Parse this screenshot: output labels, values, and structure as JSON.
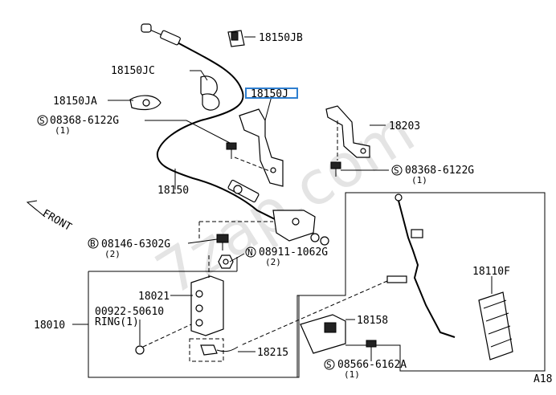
{
  "diagram": {
    "watermark": "7zap.com",
    "front_label": "FRONT",
    "page_code": "A18"
  },
  "markers": {
    "s": "S",
    "b": "B",
    "n": "N"
  },
  "labels": {
    "p18150JB": "18150JB",
    "p18150JC": "18150JC",
    "p18150J": "18150J",
    "p18150JA": "18150JA",
    "p08368_left": "08368-6122G",
    "q08368_left": "(1)",
    "p18203": "18203",
    "p08368_right": "08368-6122G",
    "q08368_right": "(1)",
    "p18150": "18150",
    "p08146": "08146-6302G",
    "q08146": "(2)",
    "p08911": "08911-1062G",
    "q08911": "(2)",
    "p18021": "18021",
    "p00922": "00922-50610",
    "ring": "RING(1)",
    "p18010": "18010",
    "p18215": "18215",
    "p18110F": "18110F",
    "p18158": "18158",
    "p08566": "08566-6162A",
    "q08566": "(1)"
  },
  "colors": {
    "highlight": "#2f7fd0",
    "watermark": "#e4e4e4"
  }
}
